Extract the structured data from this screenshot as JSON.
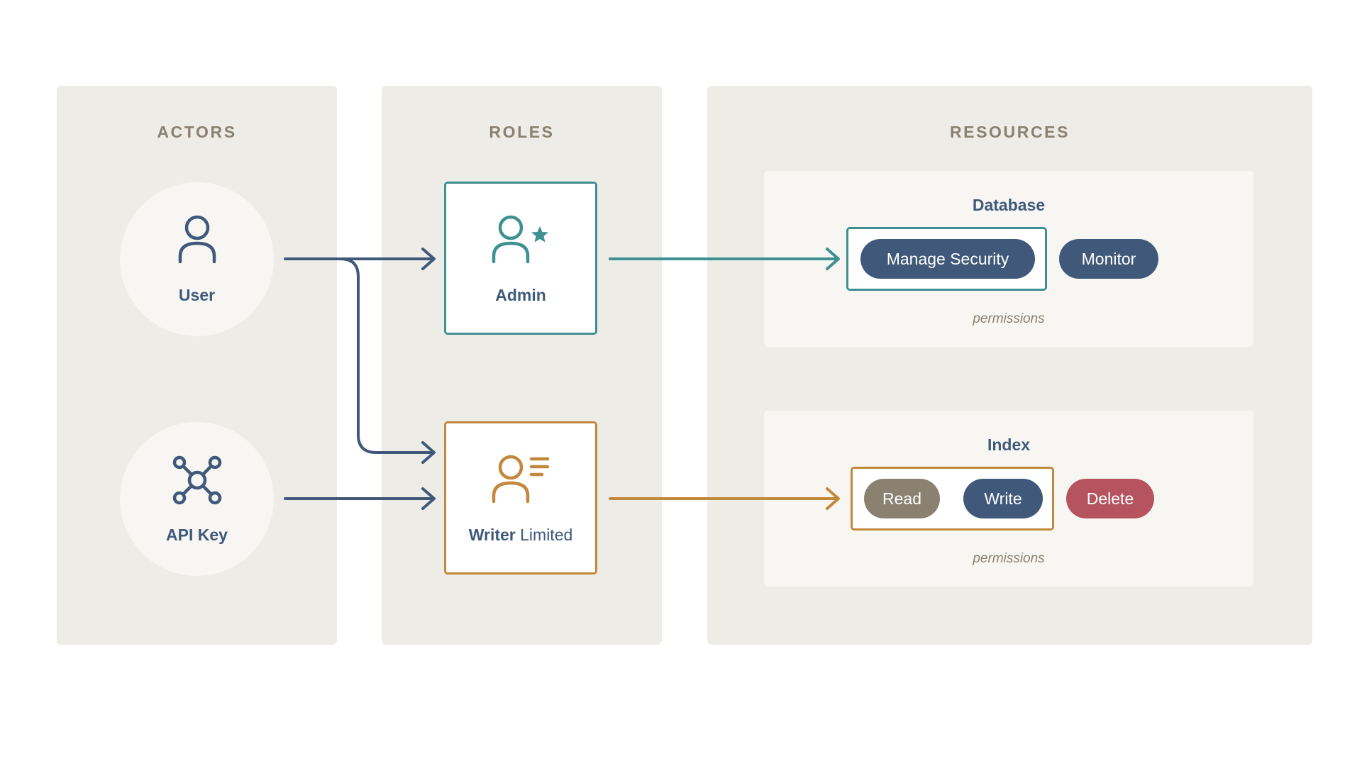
{
  "lanes": {
    "actors": "ACTORS",
    "roles": "ROLES",
    "resources": "RESOURCES"
  },
  "actors": {
    "user": {
      "label": "User",
      "icon": "person-icon"
    },
    "api_key": {
      "label": "API Key",
      "icon": "network-nodes-icon"
    }
  },
  "roles": {
    "admin": {
      "label": "Admin",
      "icon": "person-star-icon"
    },
    "writer": {
      "label_strong": "Writer",
      "label_light": "Limited",
      "icon": "person-lines-icon"
    }
  },
  "resources": {
    "database": {
      "title": "Database",
      "permissions": [
        "Manage Security",
        "Monitor"
      ],
      "caption": "permissions"
    },
    "index": {
      "title": "Index",
      "permissions": [
        "Read",
        "Write",
        "Delete"
      ],
      "caption": "permissions"
    }
  },
  "colors": {
    "teal": "#3f9090",
    "orange": "#c2883b",
    "navy": "#40597a",
    "taupe": "#8a8170",
    "red": "#b5545f",
    "panel": "#eeece7",
    "card": "#f7f6f3"
  }
}
